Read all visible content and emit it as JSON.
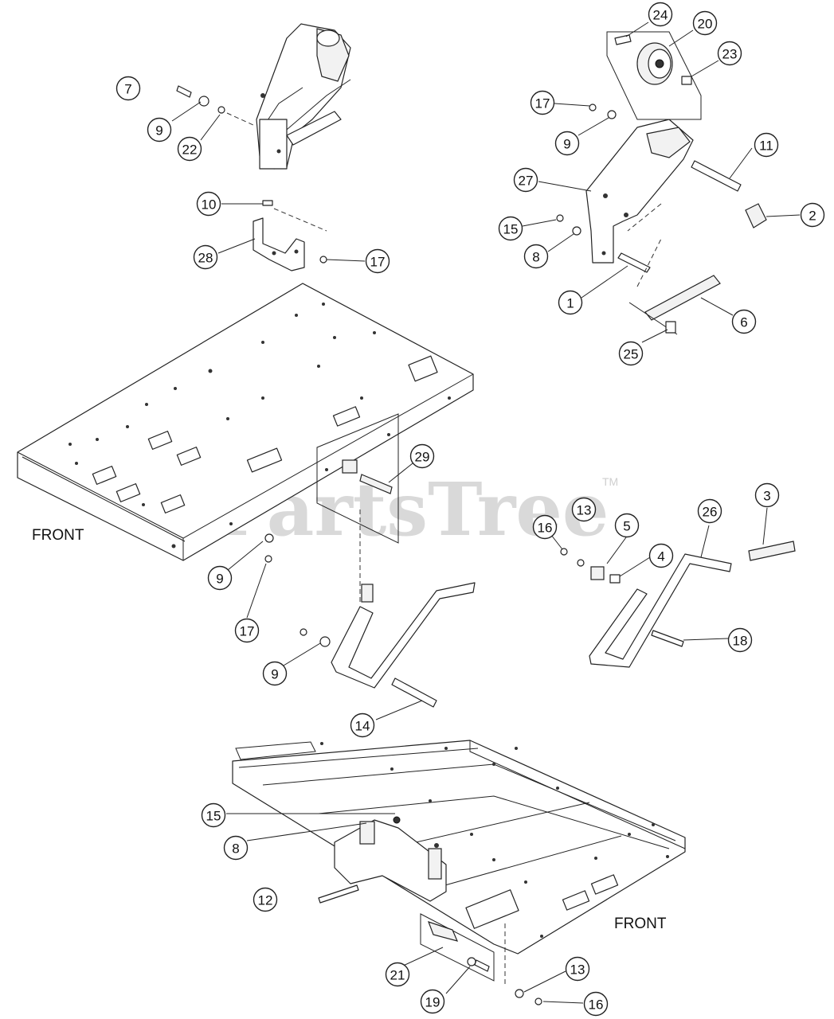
{
  "watermark": {
    "text": "PartsTree",
    "tm": "TM"
  },
  "labels": {
    "front_top": "FRONT",
    "front_bottom": "FRONT"
  },
  "callouts": [
    "7",
    "9",
    "22",
    "10",
    "28",
    "17",
    "24",
    "20",
    "23",
    "17",
    "9",
    "11",
    "27",
    "2",
    "15",
    "8",
    "1",
    "6",
    "25",
    "29",
    "16",
    "13",
    "5",
    "26",
    "3",
    "4",
    "18",
    "9",
    "17",
    "9",
    "14",
    "15",
    "8",
    "12",
    "21",
    "19",
    "13",
    "16"
  ]
}
